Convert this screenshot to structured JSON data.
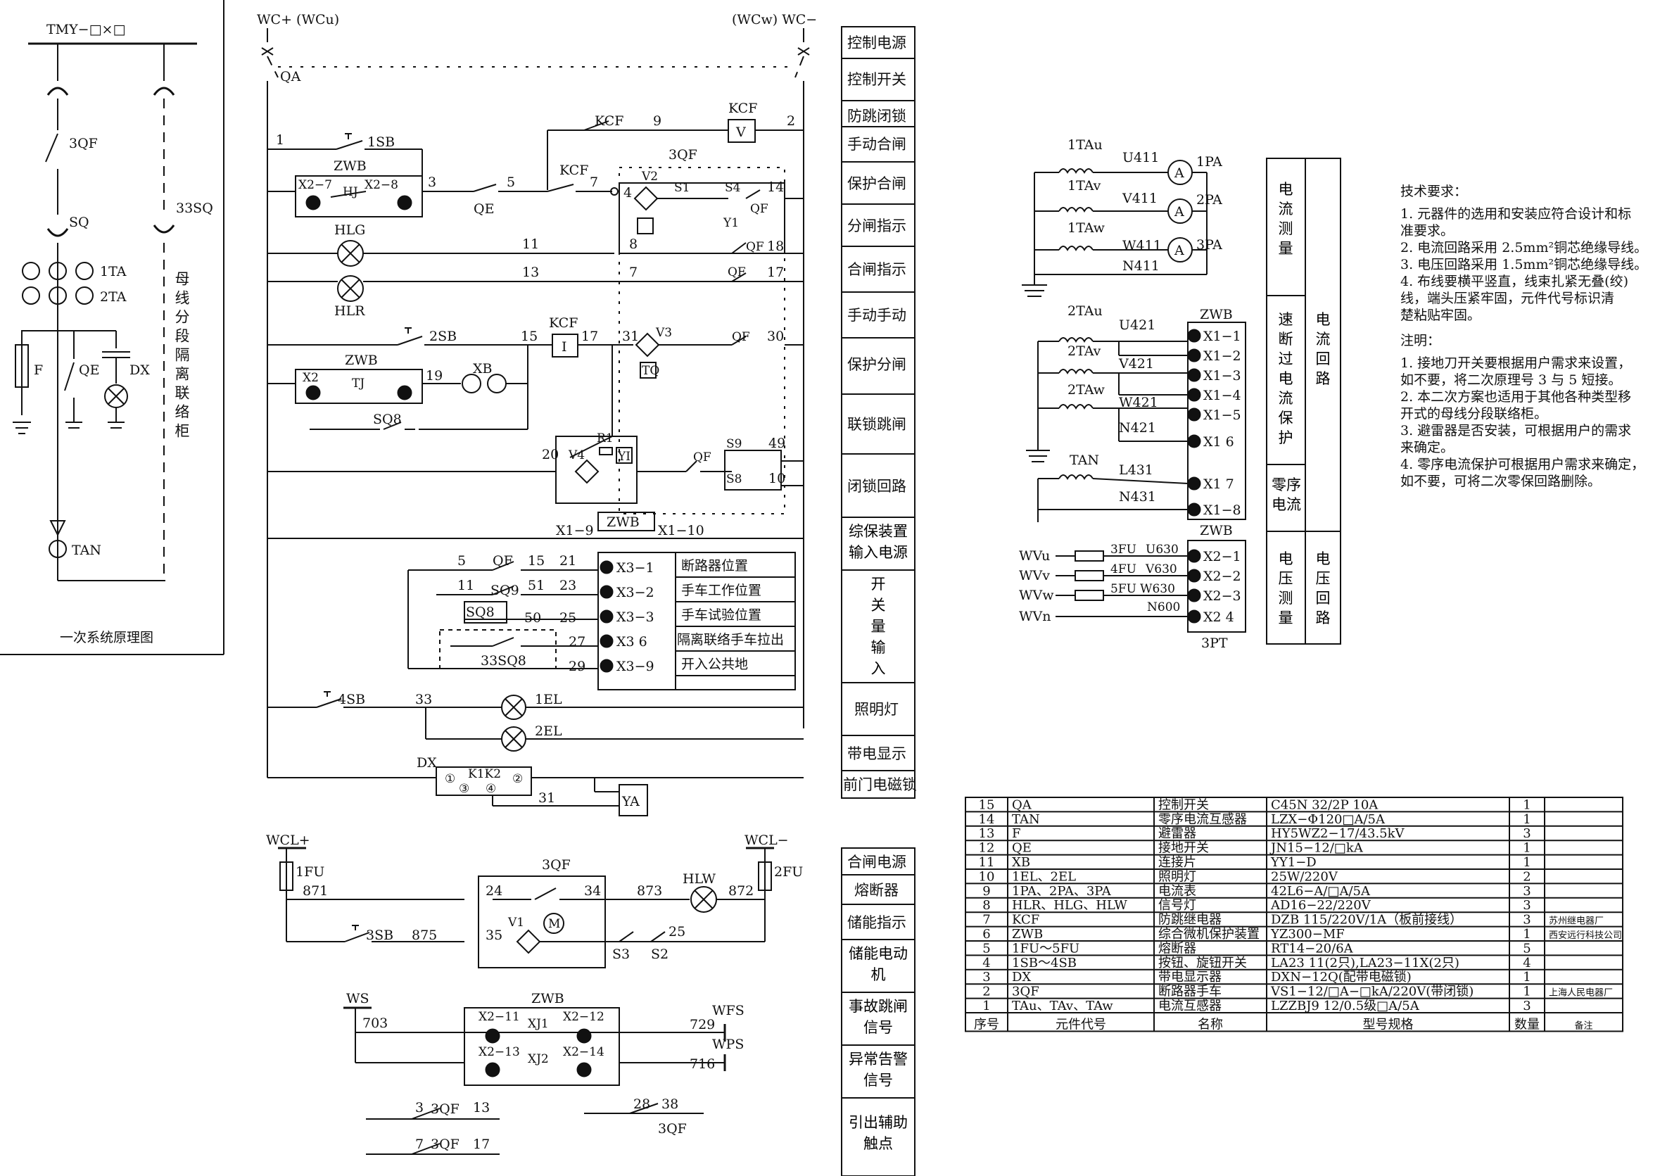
{
  "primary": {
    "busbar": "TMY−□×□",
    "labels": [
      "3QF",
      "SQ",
      "33SQ",
      "1TA",
      "2TA",
      "F",
      "QE",
      "DX",
      "TAN"
    ],
    "vertical_note": "母线分段隔离联络柜",
    "caption": "一次系统原理图"
  },
  "control": {
    "top_left": "WC+ (WCu)",
    "top_right": "(WCw) WC−",
    "labels": {
      "qa": "QA",
      "sb1": "1SB",
      "zwb": "ZWB",
      "x27": "X2−7",
      "hj": "HJ",
      "x28": "X2−8",
      "hlg": "HLG",
      "hlr": "HLR",
      "qe": "QE",
      "kcf": "KCF",
      "qf3": "3QF",
      "v2": "V2",
      "s1": "S1",
      "s4": "S4",
      "y1": "Y1",
      "qf": "QF",
      "sb2": "2SB",
      "tj": "TJ",
      "x2": "X2",
      "xb": "XB",
      "sq8": "SQ8",
      "v3": "V3",
      "tq": "TQ",
      "v4": "V4",
      "r1": "R1",
      "yi": "YI",
      "s9": "S9",
      "s8": "S8",
      "x19": "X1−9",
      "x110": "X1−10",
      "sq9": "SQ9",
      "sq33": "33SQ8",
      "sb4": "4SB",
      "el1": "1EL",
      "el2": "2EL",
      "dx": "DX",
      "k1k2": "K1K2",
      "ya": "YA",
      "kcf_i": "I",
      "kcf_v": "V",
      "m1": "①",
      "m2": "②",
      "m3": "③",
      "m4": "④"
    },
    "numbers": [
      "1",
      "9",
      "2",
      "3",
      "5",
      "7",
      "4",
      "14",
      "8",
      "18",
      "11",
      "13",
      "17",
      "15",
      "31",
      "30",
      "19",
      "20",
      "49",
      "10",
      "5",
      "15",
      "21",
      "11",
      "51",
      "23",
      "50",
      "25",
      "27",
      "29",
      "33",
      "31"
    ],
    "x3_terminals": [
      "X3−1",
      "X3−2",
      "X3−3",
      "X3 6",
      "X3−9"
    ],
    "switch_inputs": [
      "断路器位置",
      "手车工作位置",
      "手车试验位置",
      "隔离联络手车拉出",
      "开入公共地"
    ],
    "side_labels": [
      "控制电源",
      "控制开关",
      "防跳闭锁",
      "手动合闸",
      "保护合闸",
      "分闸指示",
      "合闸指示",
      "手动手动",
      "保护分闸",
      "联锁跳闸",
      "闭锁回路",
      "综保装置输入电源",
      "开关量输入",
      "照明灯",
      "带电显示",
      "前门电磁锁"
    ]
  },
  "closing": {
    "labels": {
      "wcl_p": "WCL+",
      "wcl_m": "WCL−",
      "fu1": "1FU",
      "fu2": "2FU",
      "qf3": "3QF",
      "hlw": "HLW",
      "sb3": "3SB",
      "v1": "V1",
      "m": "M",
      "s3": "S3",
      "s2": "S2",
      "ws": "WS",
      "zwb": "ZWB",
      "x211": "X2−11",
      "xj1": "XJ1",
      "x212": "X2−12",
      "x213": "X2−13",
      "xj2": "XJ2",
      "x214": "X2−14",
      "wfs": "WFS",
      "wps": "WPS"
    },
    "numbers": [
      "871",
      "24",
      "34",
      "873",
      "872",
      "875",
      "35",
      "25",
      "703",
      "729",
      "716",
      "3",
      "13",
      "28",
      "38",
      "7",
      "17"
    ],
    "aux_label": "3QF",
    "side_labels": [
      "合闸电源",
      "熔断器",
      "储能指示",
      "储能电动机",
      "事故跳闸信号",
      "异常告警信号",
      "引出辅助触点"
    ]
  },
  "measure": {
    "ct_labels": [
      "1TAu",
      "1TAv",
      "1TAw",
      "2TAu",
      "2TAv",
      "2TAw",
      "TAN"
    ],
    "wires": [
      "U411",
      "V411",
      "W411",
      "N411",
      "U421",
      "V421",
      "W421",
      "N421",
      "L431",
      "N431"
    ],
    "meters": [
      "1PA",
      "2PA",
      "3PA"
    ],
    "meter_symbol": "A",
    "zwb": "ZWB",
    "x1_terminals": [
      "X1−1",
      "X1−2",
      "X1−3",
      "X1−4",
      "X1−5",
      "X1 6",
      "X1 7",
      "X1−8"
    ],
    "voltage": {
      "buses": [
        "WVu",
        "WVv",
        "WVw",
        "WVn"
      ],
      "fuses": [
        "3FU",
        "4FU",
        "5FU"
      ],
      "wires": [
        "U630",
        "V630",
        "W630",
        "N600"
      ],
      "terminals": [
        "X2−1",
        "X2−2",
        "X2−3",
        "X2 4"
      ],
      "pt": "3PT"
    },
    "side_inner": [
      "电流测量",
      "速断过电流保护",
      "零序电流",
      "电压测量"
    ],
    "side_outer": [
      "电流回路",
      "电压回路"
    ]
  },
  "tech": {
    "title": "技术要求：",
    "items": [
      [
        "1. 元器件的选用和安装应符合设计和标",
        "准要求。"
      ],
      [
        "2. 电流回路采用 2.5mm²铜芯绝缘导线。"
      ],
      [
        "3. 电压回路采用 1.5mm²铜芯绝缘导线。"
      ],
      [
        "4. 布线要横平竖直，线束扎紧无叠(绞)",
        "线，端头压紧牢固，元件代号标识清",
        "楚粘贴牢固。"
      ]
    ],
    "notes_title": "注明：",
    "notes": [
      [
        "1. 接地刀开关要根据用户需求来设置，",
        "如不要，将二次原理号 3 与 5 短接。"
      ],
      [
        "2. 本二次方案也适用于其他各种类型移",
        "开式的母线分段联络柜。"
      ],
      [
        "3. 避雷器是否安装，可根据用户的需求",
        "来确定。"
      ],
      [
        "4. 零序电流保护可根据用户需求来确定，",
        "如不要，可将二次零保回路删除。"
      ]
    ]
  },
  "bom": {
    "headers": [
      "序号",
      "元件代号",
      "名称",
      "型号规格",
      "数量",
      "备注"
    ],
    "rows": [
      [
        "15",
        "QA",
        "控制开关",
        "C45N  32/2P  10A",
        "1",
        ""
      ],
      [
        "14",
        "TAN",
        "零序电流互感器",
        "LZX−Φ120□A/5A",
        "1",
        ""
      ],
      [
        "13",
        "F",
        "避雷器",
        "HY5WZ2−17/43.5kV",
        "3",
        ""
      ],
      [
        "12",
        "QE",
        "接地开关",
        "JN15−12/□kA",
        "1",
        ""
      ],
      [
        "11",
        "XB",
        "连接片",
        "YY1−D",
        "1",
        ""
      ],
      [
        "10",
        "1EL、2EL",
        "照明灯",
        "25W/220V",
        "2",
        ""
      ],
      [
        "9",
        "1PA、2PA、3PA",
        "电流表",
        "42L6−A/□A/5A",
        "3",
        ""
      ],
      [
        "8",
        "HLR、HLG、HLW",
        "信号灯",
        "AD16−22/220V",
        "3",
        ""
      ],
      [
        "7",
        "KCF",
        "防跳继电器",
        "DZB  115/220V/1A（板前接线）",
        "3",
        "苏州继电器厂"
      ],
      [
        "6",
        "ZWB",
        "综合微机保护装置",
        "YZ300−MF",
        "1",
        "西安远行科技公司"
      ],
      [
        "5",
        "1FU～5FU",
        "熔断器",
        "RT14−20/6A",
        "5",
        ""
      ],
      [
        "4",
        "1SB～4SB",
        "按钮、旋钮开关",
        "LA23  11(2只),LA23−11X(2只)",
        "4",
        ""
      ],
      [
        "3",
        "DX",
        "带电显示器",
        "DXN−12Q(配带电磁锁)",
        "1",
        ""
      ],
      [
        "2",
        "3QF",
        "断路器手车",
        "VS1−12/□A−□kA/220V(带闭锁)",
        "1",
        "上海人民电器厂"
      ],
      [
        "1",
        "TAu、TAv、TAw",
        "电流互感器",
        "LZZBJ9  12/0.5级□A/5A",
        "3",
        ""
      ]
    ]
  }
}
